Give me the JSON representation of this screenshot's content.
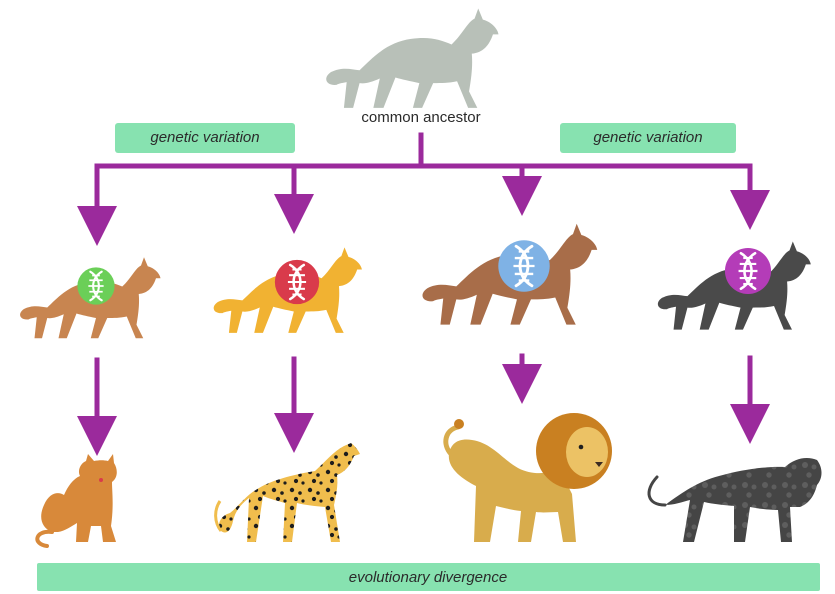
{
  "title": "common ancestor",
  "labels": {
    "left_variation": "genetic variation",
    "right_variation": "genetic variation",
    "bottom_bar": "evolutionary divergence"
  },
  "colors": {
    "arrow": "#9b2a9c",
    "label_fill": "#87e2b0",
    "ancestor": "#b8c0b8",
    "cat1": "#c88550",
    "cat2": "#f1b232",
    "cat3": "#a86d49",
    "cat4": "#4a4a4a",
    "dna_green": "#6bcf58",
    "dna_red": "#d93b4b",
    "dna_blue": "#7fb2e5",
    "dna_purple": "#b43cb8",
    "house_cat": "#d8893a",
    "cheetah": "#f0bd4d",
    "lion_body": "#d8ac4c",
    "lion_mane": "#c98021",
    "panther": "#454545"
  },
  "icons": [
    "cat-ancestor-icon",
    "dna-icon",
    "house-cat-icon",
    "cheetah-icon",
    "lion-icon",
    "panther-icon"
  ]
}
